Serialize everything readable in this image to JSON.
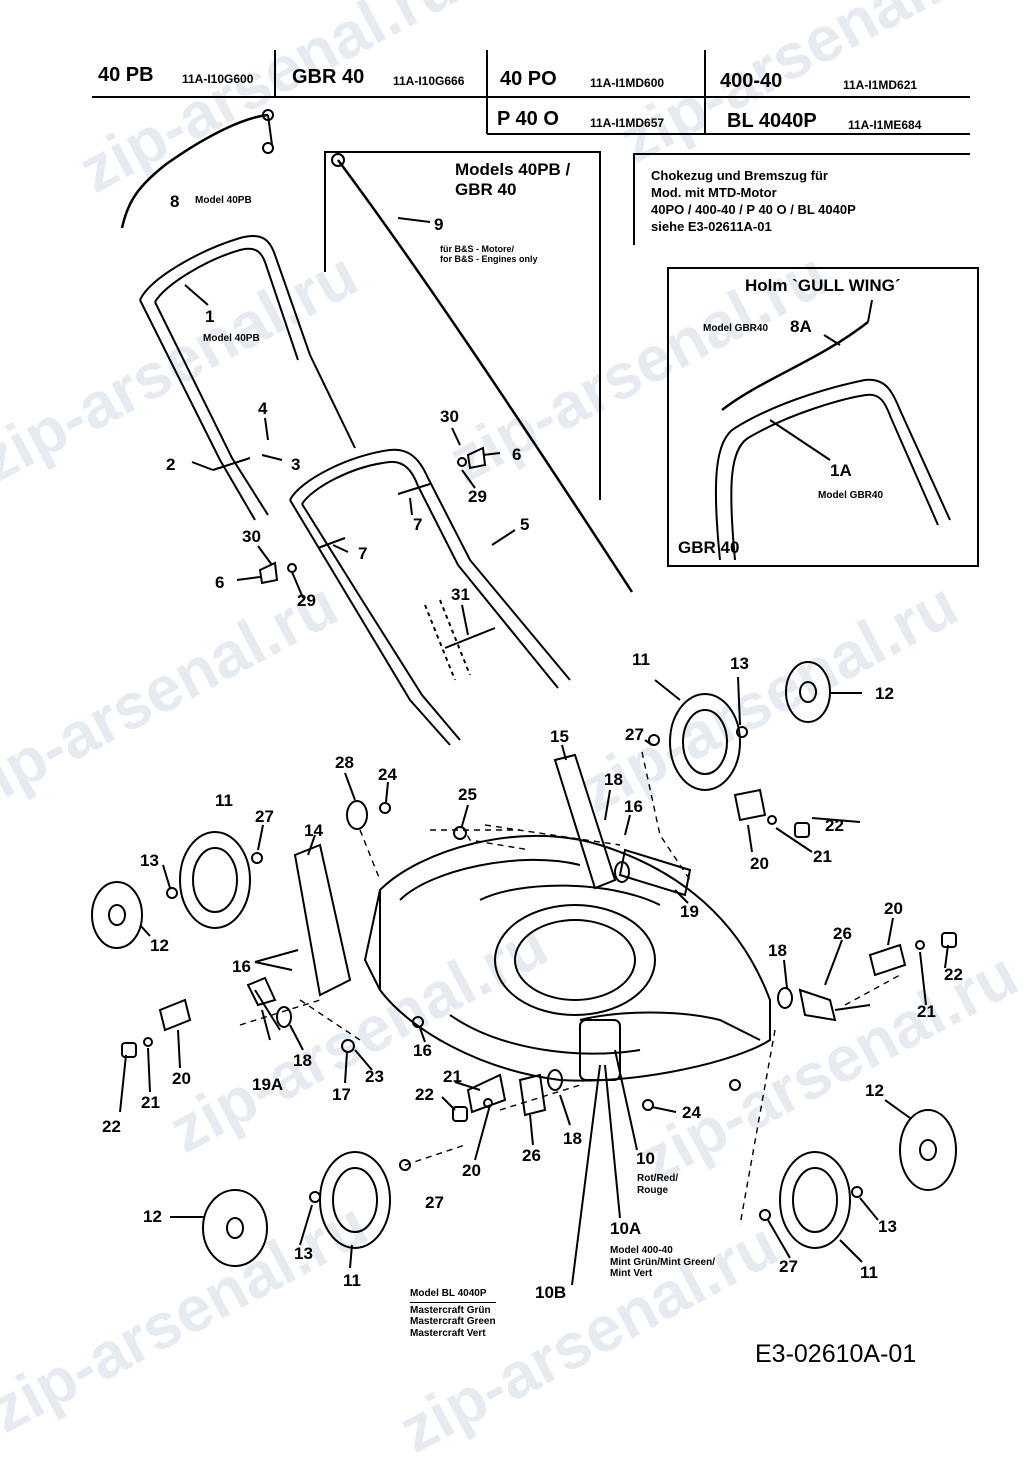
{
  "header": {
    "row1": [
      {
        "model": "40 PB",
        "code": "11A-I10G600"
      },
      {
        "model": "GBR 40",
        "code": "11A-I10G666"
      },
      {
        "model": "40 PO",
        "code": "11A-I1MD600"
      },
      {
        "model": "400-40",
        "code": "11A-I1MD621"
      }
    ],
    "row2": [
      {
        "model": "P 40 O",
        "code": "11A-I1MD657"
      },
      {
        "model": "BL 4040P",
        "code": "11A-I1ME684"
      }
    ]
  },
  "boxes": {
    "models_box": {
      "line1": "Models 40PB /",
      "line2": "GBR 40"
    },
    "choke_box": {
      "line1": "Chokezug und Bremszug für",
      "line2": "Mod. mit MTD-Motor",
      "line3": "40PO / 400-40 / P 40 O /  BL 4040P",
      "line4": "siehe    E3-02611A-01"
    },
    "gull_wing": {
      "title": "Holm `GULL WING´",
      "footer": "GBR 40",
      "label_8a": "Model GBR40",
      "label_1a": "Model GBR40"
    }
  },
  "notes": {
    "model_40pb_8": "Model 40PB",
    "model_40pb_1": "Model 40PB",
    "bs_de": "für B&S - Motore/",
    "bs_en": "for B&S - Engines only",
    "part10_1": "Rot/Red/",
    "part10_2": "Rouge",
    "part10a_1": "Model 400-40",
    "part10a_2": "Mint Grün/Mint Green/",
    "part10a_3": "Mint Vert",
    "bl_title": "Model BL 4040P",
    "bl_1": "Mastercraft Grün",
    "bl_2": "Mastercraft Green",
    "bl_3": "Mastercraft Vert"
  },
  "diagram_code": "E3-02610A-01",
  "watermark": "zip-arsenal.ru"
}
